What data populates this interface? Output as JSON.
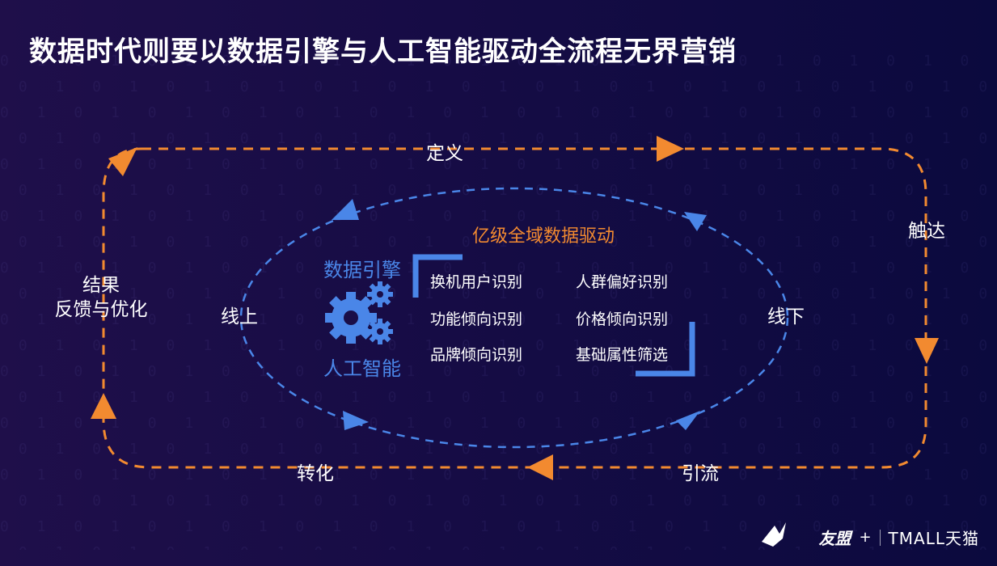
{
  "title": "数据时代则要以数据引擎与人工智能驱动全流程无界营销",
  "outer_loop": {
    "top": "定义",
    "right": "触达",
    "bottom_right": "引流",
    "bottom_left": "转化",
    "left_line1": "结果",
    "left_line2": "反馈与优化",
    "arrow_color": "#f28a30"
  },
  "inner_loop": {
    "left": "线上",
    "right": "线下",
    "arrow_color": "#4a86e8"
  },
  "center": {
    "title": "亿级全域数据驱动",
    "engine_top": "数据引擎",
    "engine_bottom": "人工智能",
    "features": [
      "换机用户识别",
      "人群偏好识别",
      "功能倾向识别",
      "价格倾向识别",
      "品牌倾向识别",
      "基础属性筛选"
    ]
  },
  "footer": {
    "brand1": "友盟",
    "plus": "+",
    "brand2": "TMALL天猫"
  },
  "binary_pattern": "0 1 0 1 0 1 0 1 0 1 0 1 0 1 0 1 0 1 0 1 0 1 0 1 0 1 0 1 0 1 0 1 0 1 0 1"
}
